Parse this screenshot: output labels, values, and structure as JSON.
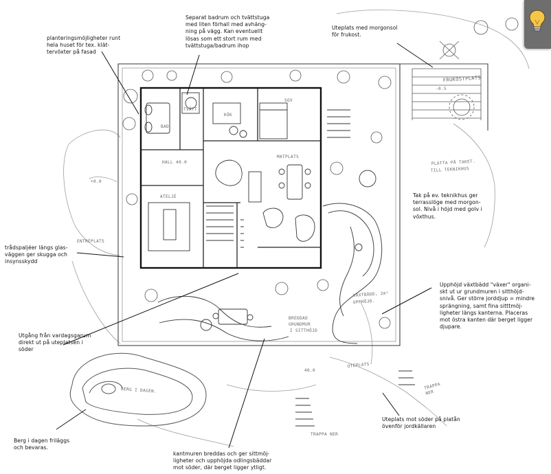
{
  "annotations": {
    "plantering": "planteringsmöjligheter runt\nhela huset för tex. klät-\ntervöxter på fasad",
    "badrum": "Separat badrum och tvättstuga\nmed liten förhall med avhäng-\nning på vägg. Kan eventuellt\nlösas som ett stort rum med\ntvättstuga/badrum ihop",
    "uteplats_morgon": "Uteplats med morgonsol\nför frukost.",
    "tak": "Tak på ev. teknikhus ger\nterrasslöge med morgon-\nsol. Nivå i höjd med golv i\nvöxthus.",
    "tradspaljeer": "trådspaljéer längs glas-\nväggen ger skugga och\ninsynsskydd",
    "upphojd": "Upphöjd växtbädd \"växer\" organi-\nskt ut ur grundmuren i sitthöjd-\nsnivå. Ger större jorddjup = mindre\nsprängning, samt fina sitttmöj-\nligheter längs kanterna. Placeras\nmot östra kanten där berget ligger\ndjupare.",
    "utgang": "Utgång från vardagsgarum\ndirekt ut på uteplatsen i\nsöder",
    "uteplats_soder": "Uteplats mot söder på platån\növenför jordkällaren",
    "berg": "Berg i dagen friläggs\noch bevaras.",
    "kantmuren": "kantmuren breddas och ger sittmöj-\nligheter och upphöjda odlingsbäddar\nmot söder, där berget ligger ytligt."
  },
  "sketch_labels": {
    "frukostplats": "FRUKOSTPLATS",
    "platta": "PLATTA PÅ TAKET.",
    "teknikhus": "TILL TEKNIKHUS",
    "hall": "HALL  40.0",
    "atelje": "ATELJÉ",
    "bad": "BAD",
    "tvatt": "TVÄTT",
    "kok": "KÖK",
    "sov": "SOV",
    "matplats": "MATPLATS",
    "entreplats": "ENTRÉPLATS",
    "vaxtbadd": "VÄXTBÄDD, 2m²",
    "upphojd_label": "UPPHÖJD.",
    "breddad": "BREDDAD",
    "grundmur": "GRUNDMUR",
    "sitthojd": "I SITTHÖJD",
    "uteplats": "UTEPLATS",
    "berg_i_dagen": "BERG I DAGEN.",
    "trappa_ner": "TRAPPA\nNER",
    "trappa_ner2": "TRAPPA NER",
    "level_a": "+0.0",
    "level_b": "40.0",
    "level_c": "-0.5"
  },
  "tool_icon": "lightbulb-icon",
  "colors": {
    "ink": "#1a1a1a",
    "pencil": "#6b6b6b",
    "toolbar": "#6e6e6e",
    "bulb": "#f6c64a"
  }
}
